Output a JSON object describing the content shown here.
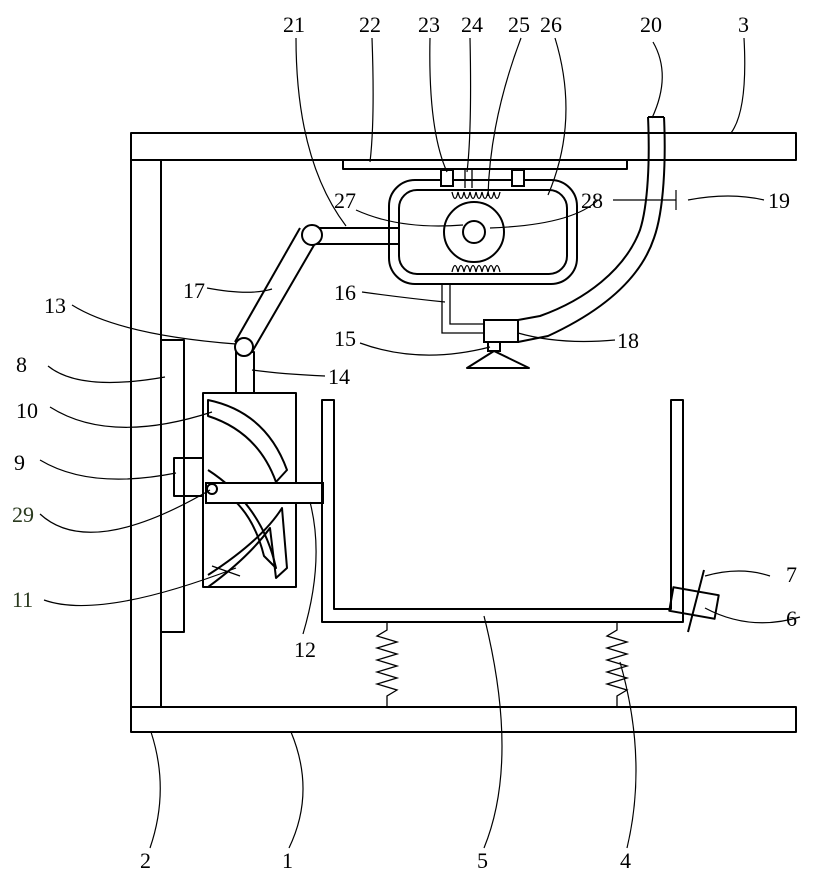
{
  "labels": [
    {
      "id": "21",
      "text": "21"
    },
    {
      "id": "22",
      "text": "22"
    },
    {
      "id": "23",
      "text": "23"
    },
    {
      "id": "24",
      "text": "24"
    },
    {
      "id": "25",
      "text": "25"
    },
    {
      "id": "26",
      "text": "26"
    },
    {
      "id": "20",
      "text": "20"
    },
    {
      "id": "3",
      "text": "3"
    },
    {
      "id": "27",
      "text": "27"
    },
    {
      "id": "28",
      "text": "28"
    },
    {
      "id": "19",
      "text": "19"
    },
    {
      "id": "17",
      "text": "17"
    },
    {
      "id": "16",
      "text": "16"
    },
    {
      "id": "13",
      "text": "13"
    },
    {
      "id": "15",
      "text": "15"
    },
    {
      "id": "18",
      "text": "18"
    },
    {
      "id": "8",
      "text": "8"
    },
    {
      "id": "14",
      "text": "14"
    },
    {
      "id": "10",
      "text": "10"
    },
    {
      "id": "9",
      "text": "9"
    },
    {
      "id": "29",
      "text": "29"
    },
    {
      "id": "11",
      "text": "11"
    },
    {
      "id": "12",
      "text": "12"
    },
    {
      "id": "7",
      "text": "7"
    },
    {
      "id": "6",
      "text": "6"
    },
    {
      "id": "2",
      "text": "2"
    },
    {
      "id": "1",
      "text": "1"
    },
    {
      "id": "5",
      "text": "5"
    },
    {
      "id": "4",
      "text": "4"
    }
  ]
}
